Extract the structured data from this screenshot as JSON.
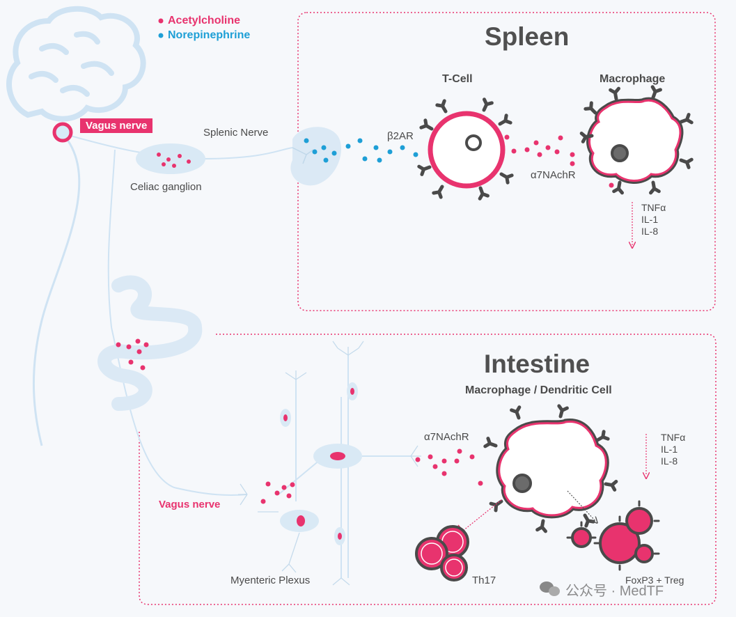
{
  "legend": {
    "acetylcholine": "Acetylcholine",
    "norepinephrine": "Norepinephrine"
  },
  "colors": {
    "acetylcholine": "#e8336e",
    "norepinephrine": "#1e9fd6",
    "nerve": "#d7e8f4",
    "frame": "#e8336e"
  },
  "labels": {
    "vagus_nerve_top": "Vagus nerve",
    "splenic_nerve": "Splenic Nerve",
    "celiac_ganglion": "Celiac ganglion",
    "b2ar": "β2AR",
    "a7nachr_spleen": "α7NAchR",
    "a7nachr_intestine": "α7NAchR",
    "vagus_nerve_bottom": "Vagus nerve",
    "myenteric_plexus": "Myenteric Plexus",
    "th17": "Th17",
    "treg": "FoxP3 + Treg",
    "watermark": "公众号 · MedTF"
  },
  "spleen": {
    "title": "Spleen",
    "t_cell": "T-Cell",
    "macrophage": "Macrophage",
    "cytokines": [
      "TNFα",
      "IL-1",
      "IL-8"
    ]
  },
  "intestine": {
    "title": "Intestine",
    "cell": "Macrophage / Dendritic Cell",
    "cytokines": [
      "TNFα",
      "IL-1",
      "IL-8"
    ]
  }
}
